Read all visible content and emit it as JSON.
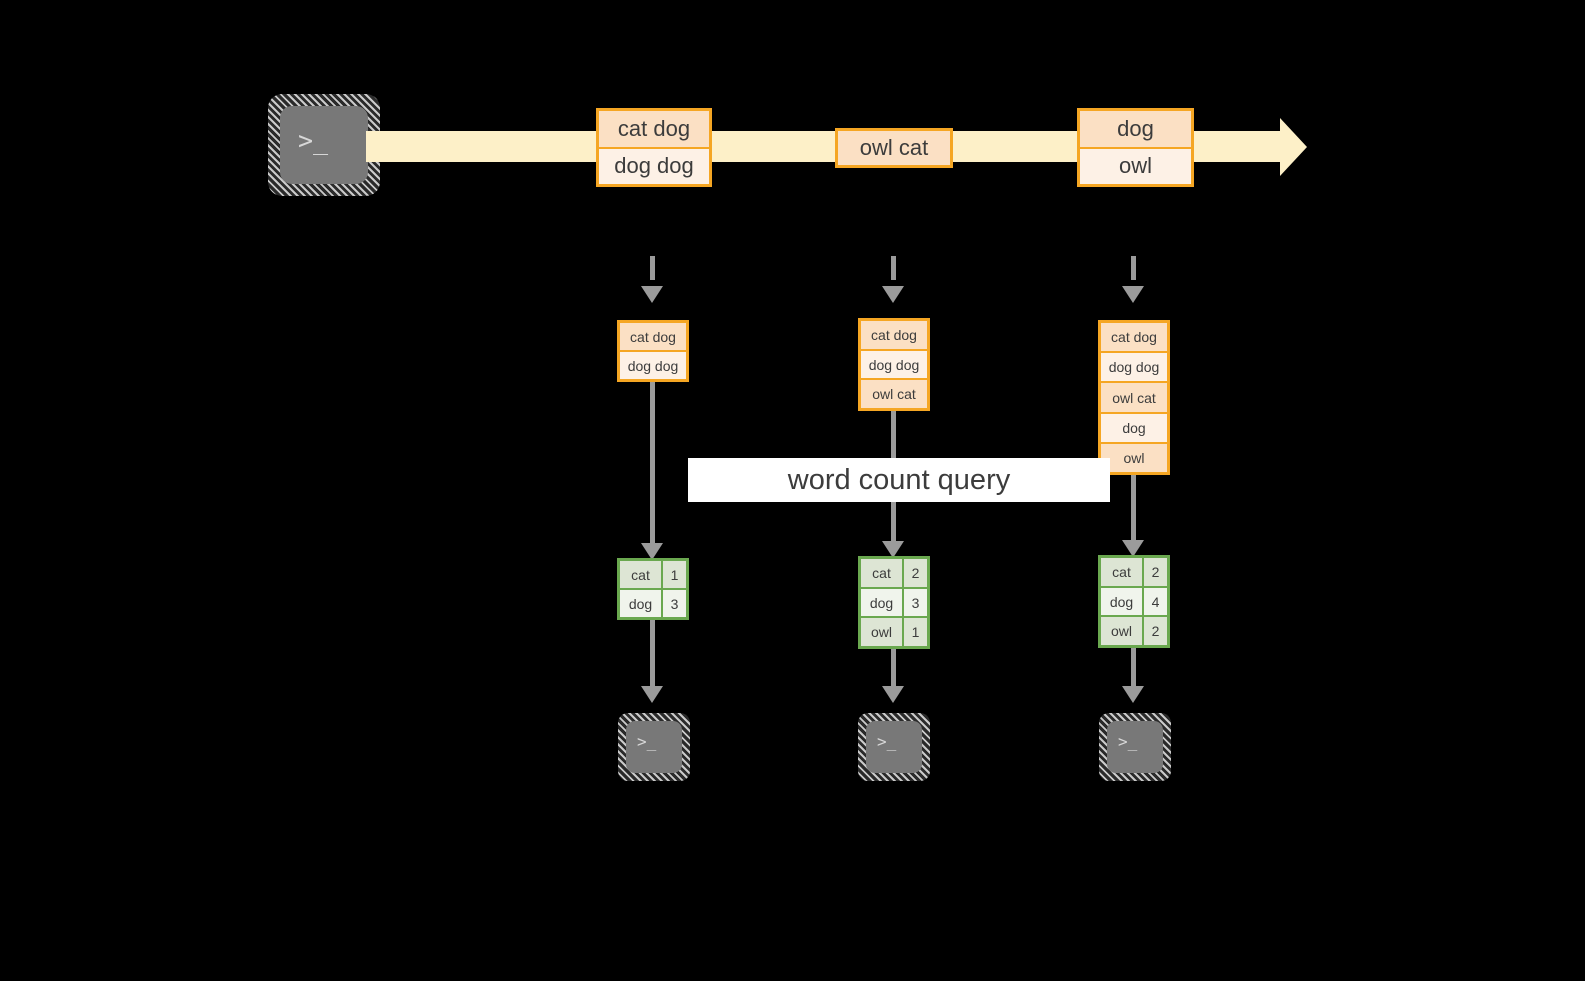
{
  "diagram": {
    "title_label": "word count query",
    "colors": {
      "background": "#000000",
      "record_border": "#f5a623",
      "record_fill_dark": "#fbe0c4",
      "record_fill_light": "#fdf1e6",
      "result_border": "#6aa84f",
      "result_fill_dark": "#dde5d4",
      "result_fill_light": "#f0f4ec",
      "stream_arrow": "#fdf0c8",
      "connector": "#9b9b9b",
      "terminal_fill": "#787878",
      "label_background": "#ffffff",
      "text": "#3c3c3c"
    },
    "source_terminal": {
      "glyph": ">_",
      "name": "terminal-prompt"
    },
    "stream": {
      "groups": [
        {
          "rows": [
            {
              "text": "cat dog",
              "shade": "dark"
            },
            {
              "text": "dog dog",
              "shade": "light"
            }
          ]
        },
        {
          "rows": [
            {
              "text": "owl cat",
              "shade": "dark"
            }
          ]
        },
        {
          "rows": [
            {
              "text": "dog",
              "shade": "dark"
            },
            {
              "text": "owl",
              "shade": "light"
            }
          ]
        }
      ]
    },
    "snapshots": [
      {
        "rows": [
          {
            "text": "cat dog",
            "shade": "dark"
          },
          {
            "text": "dog dog",
            "shade": "light"
          }
        ]
      },
      {
        "rows": [
          {
            "text": "cat dog",
            "shade": "dark"
          },
          {
            "text": "dog dog",
            "shade": "light"
          },
          {
            "text": "owl cat",
            "shade": "dark"
          }
        ]
      },
      {
        "rows": [
          {
            "text": "cat dog",
            "shade": "dark"
          },
          {
            "text": "dog dog",
            "shade": "light"
          },
          {
            "text": "owl cat",
            "shade": "dark"
          },
          {
            "text": "dog",
            "shade": "light"
          },
          {
            "text": "owl",
            "shade": "dark"
          }
        ]
      }
    ],
    "results": [
      {
        "rows": [
          {
            "key": "cat",
            "value": "1",
            "shade": "shade"
          },
          {
            "key": "dog",
            "value": "3",
            "shade": "plain"
          }
        ]
      },
      {
        "rows": [
          {
            "key": "cat",
            "value": "2",
            "shade": "shade"
          },
          {
            "key": "dog",
            "value": "3",
            "shade": "plain"
          },
          {
            "key": "owl",
            "value": "1",
            "shade": "shade"
          }
        ]
      },
      {
        "rows": [
          {
            "key": "cat",
            "value": "2",
            "shade": "shade"
          },
          {
            "key": "dog",
            "value": "4",
            "shade": "plain"
          },
          {
            "key": "owl",
            "value": "2",
            "shade": "shade"
          }
        ]
      }
    ],
    "sink_terminals": [
      {
        "glyph": ">_"
      },
      {
        "glyph": ">_"
      },
      {
        "glyph": ">_"
      }
    ]
  }
}
